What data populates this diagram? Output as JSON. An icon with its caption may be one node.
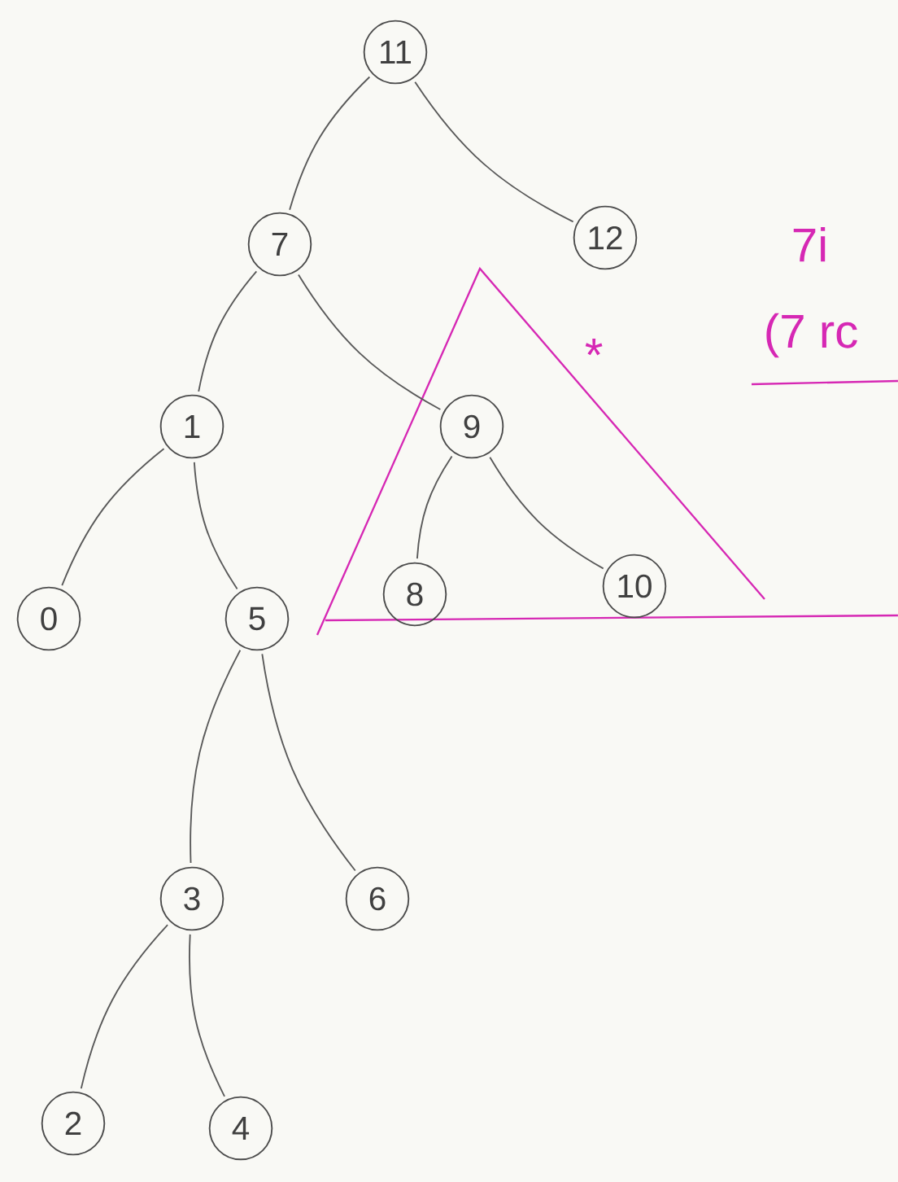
{
  "diagram": {
    "nodes": [
      {
        "text": [
          "11"
        ]
      },
      {
        "text": [
          "7"
        ]
      },
      {
        "text": [
          "12"
        ]
      },
      {
        "text": [
          "1"
        ]
      },
      {
        "text": [
          "9"
        ]
      },
      {
        "text": [
          "0"
        ]
      },
      {
        "text": [
          "5"
        ]
      },
      {
        "text": [
          "8"
        ]
      },
      {
        "text": [
          "10"
        ]
      },
      {
        "text": [
          "3"
        ]
      },
      {
        "text": [
          "6"
        ]
      },
      {
        "text": [
          "2"
        ]
      },
      {
        "text": [
          "4"
        ]
      }
    ],
    "edges": [
      {
        "from": 0,
        "to": 1,
        "arrow": "none"
      },
      {
        "from": 0,
        "to": 2,
        "arrow": "none"
      },
      {
        "from": 1,
        "to": 3,
        "arrow": "none"
      },
      {
        "from": 1,
        "to": 4,
        "arrow": "none"
      },
      {
        "from": 3,
        "to": 5,
        "arrow": "none"
      },
      {
        "from": 3,
        "to": 6,
        "arrow": "none"
      },
      {
        "from": 4,
        "to": 7,
        "arrow": "none"
      },
      {
        "from": 4,
        "to": 8,
        "arrow": "none"
      },
      {
        "from": 6,
        "to": 9,
        "arrow": "none"
      },
      {
        "from": 6,
        "to": 10,
        "arrow": "none"
      },
      {
        "from": 9,
        "to": 11,
        "arrow": "none"
      },
      {
        "from": 9,
        "to": 12,
        "arrow": "none"
      }
    ],
    "labels": [
      "7i",
      "(7 rc",
      "*"
    ]
  }
}
